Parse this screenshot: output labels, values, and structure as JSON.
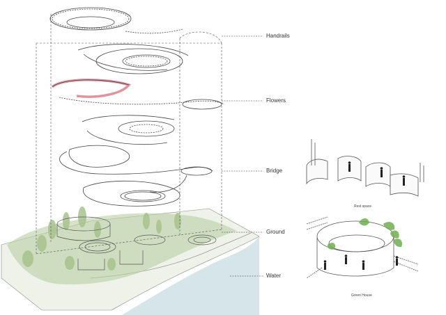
{
  "layers": [
    {
      "key": "handrails",
      "label": "Handrails"
    },
    {
      "key": "flowers",
      "label": "Flowers"
    },
    {
      "key": "bridge",
      "label": "Bridge"
    },
    {
      "key": "ground",
      "label": "Ground"
    },
    {
      "key": "water",
      "label": "Water"
    }
  ],
  "vignettes": {
    "top_caption": "Rest space",
    "bottom_caption": "Green House"
  },
  "colors": {
    "line": "#555555",
    "leader": "#333333",
    "flowers_accent": "#d9828f",
    "water": "#c7dce3",
    "vegetation": "#b9cfa4",
    "trees": "#a8c28c",
    "plant_green": "#6fae4f"
  }
}
